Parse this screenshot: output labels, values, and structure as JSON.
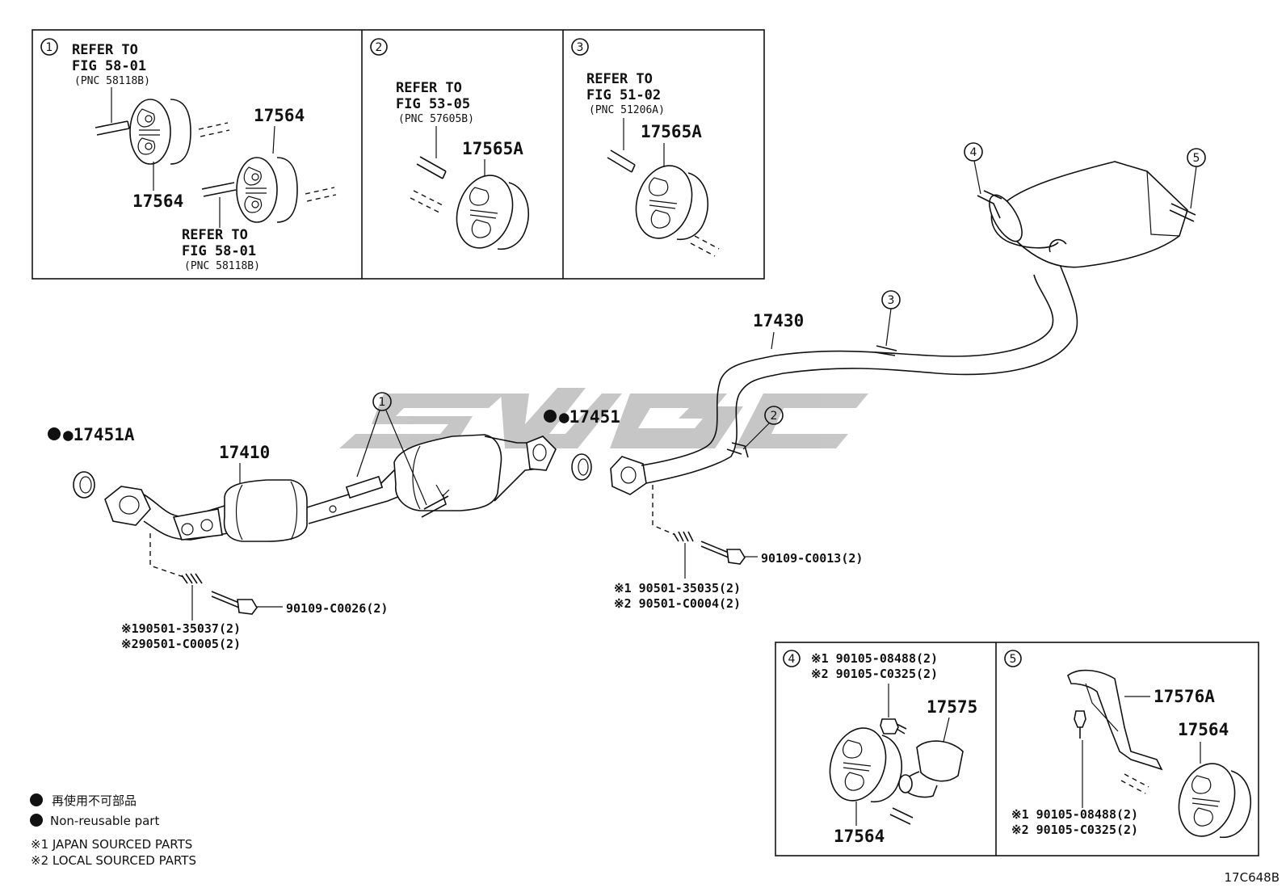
{
  "diagram_code": "17C648B",
  "watermark_text": "SWGC",
  "insets": {
    "inset1": {
      "number": "1",
      "ref_a": {
        "line1": "REFER TO",
        "line2": "FIG 58-01",
        "pnc": "(PNC 58118B)"
      },
      "ref_b": {
        "line1": "REFER TO",
        "line2": "FIG 58-01",
        "pnc": "(PNC 58118B)"
      },
      "part_top": "17564",
      "part_left": "17564"
    },
    "inset2": {
      "number": "2",
      "ref": {
        "line1": "REFER TO",
        "line2": "FIG 53-05",
        "pnc": "(PNC 57605B)"
      },
      "part": "17565A"
    },
    "inset3": {
      "number": "3",
      "ref": {
        "line1": "REFER TO",
        "line2": "FIG 51-02",
        "pnc": "(PNC 51206A)"
      },
      "part": "17565A"
    },
    "inset4": {
      "number": "4",
      "note1": "※1 90105-08488(2)",
      "note2": "※2 90105-C0325(2)",
      "part_bracket": "17575",
      "part_rubber": "17564"
    },
    "inset5": {
      "number": "5",
      "part_bracket": "17576A",
      "part_rubber": "17564",
      "note1": "※1 90105-08488(2)",
      "note2": "※2 90105-C0325(2)"
    }
  },
  "main": {
    "gasket_front": "●17451A",
    "front_pipe": "17410",
    "gasket_center": "●17451",
    "tail_pipe": "17430",
    "callout_1": "1",
    "callout_2": "2",
    "callout_3": "3",
    "callout_4": "4",
    "callout_5": "5",
    "front_bolt": "90109-C0026(2)",
    "front_spring1": "※190501-35037(2)",
    "front_spring2": "※290501-C0005(2)",
    "center_bolt": "90109-C0013(2)",
    "center_spring1": "※1 90501-35035(2)",
    "center_spring2": "※2 90501-C0004(2)"
  },
  "legend": {
    "jp": "再使用不可部品",
    "en": "Non-reusable part",
    "note1": "※1  JAPAN SOURCED PARTS",
    "note2": "※2  LOCAL SOURCED PARTS"
  }
}
